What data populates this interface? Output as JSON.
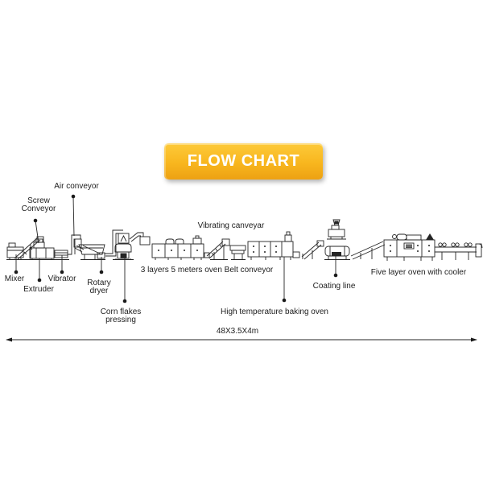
{
  "banner": {
    "title": "FLOW CHART",
    "color": "#f8b61e",
    "text_color": "#ffffff"
  },
  "diagram": {
    "line_color": "#252525",
    "labels": {
      "air_conveyor": "Air conveyor",
      "screw_conveyor": "Screw Conveyor",
      "mixer": "Mixer",
      "extruder": "Extruder",
      "vibrator": "Vibrator",
      "rotary_dryer": "Rotary dryer",
      "corn_flakes_pressing": "Corn flakes pressing",
      "oven_belt_conveyor": "3 layers 5 meters oven Belt conveyor",
      "vibrating_conveyor": "Vibrating canveyar",
      "high_temperature_oven": "High temperature baking oven",
      "coating_line": "Coating line",
      "five_layer_oven": "Five layer oven with cooler"
    },
    "overall_dimension": "48X3.5X4m"
  }
}
